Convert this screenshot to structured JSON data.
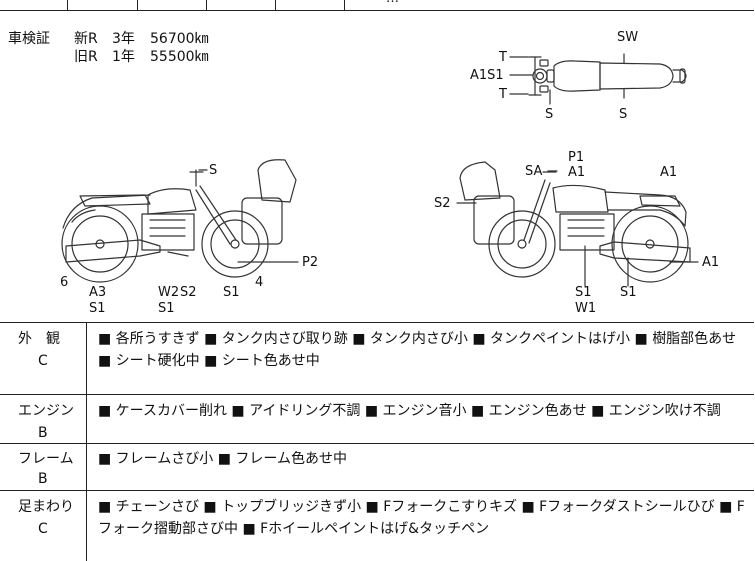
{
  "top_strip": {
    "fragment": "…"
  },
  "registration": {
    "label": "車検証",
    "rows": [
      {
        "type": "新R",
        "years": "3年",
        "mileage": "56700㎞"
      },
      {
        "type": "旧R",
        "years": "1年",
        "mileage": "55500㎞"
      }
    ]
  },
  "diagram_labels": {
    "top_view": {
      "t_upper": "T",
      "a1s1": "A1S1",
      "t_lower": "T",
      "s_left": "S",
      "s_right": "S",
      "sw": "SW"
    },
    "left_view": {
      "s": "S",
      "p2": "P2",
      "n6": "6",
      "a3": "A3",
      "s1_a": "S1",
      "w2": "W2",
      "s2": "S2",
      "s1_b": "S1",
      "s1_c": "S1",
      "n4": "4"
    },
    "right_view": {
      "p1": "P1",
      "sa": "SA",
      "a1_a": "A1",
      "a1_b": "A1",
      "s2": "S2",
      "a1_c": "A1",
      "s1_a": "S1",
      "w1": "W1",
      "s1_b": "S1"
    }
  },
  "conditions": [
    {
      "head": "外　観",
      "grade": "C",
      "text": "■ 各所うすきず ■ タンク内さび取り跡 ■ タンク内さび小 ■ タンクペイントはげ小 ■ 樹脂部色あせ ■ シート硬化中 ■ シート色あせ中"
    },
    {
      "head": "エンジン",
      "grade": "B",
      "text": "■ ケースカバー削れ ■ アイドリング不調 ■ エンジン音小 ■ エンジン色あせ ■ エンジン吹け不調"
    },
    {
      "head": "フレーム",
      "grade": "B",
      "text": "■ フレームさび小 ■ フレーム色あせ中"
    },
    {
      "head": "足まわり",
      "grade": "C",
      "text": "■ チェーンさび ■ トップブリッジきず小 ■ Fフォークこすりキズ ■ Fフォークダストシールひび ■ Fフォーク摺動部さび中 ■ Fホイールペイントはげ&タッチペン"
    }
  ],
  "colors": {
    "line": "#222222",
    "text": "#111111",
    "background": "#ffffff"
  }
}
